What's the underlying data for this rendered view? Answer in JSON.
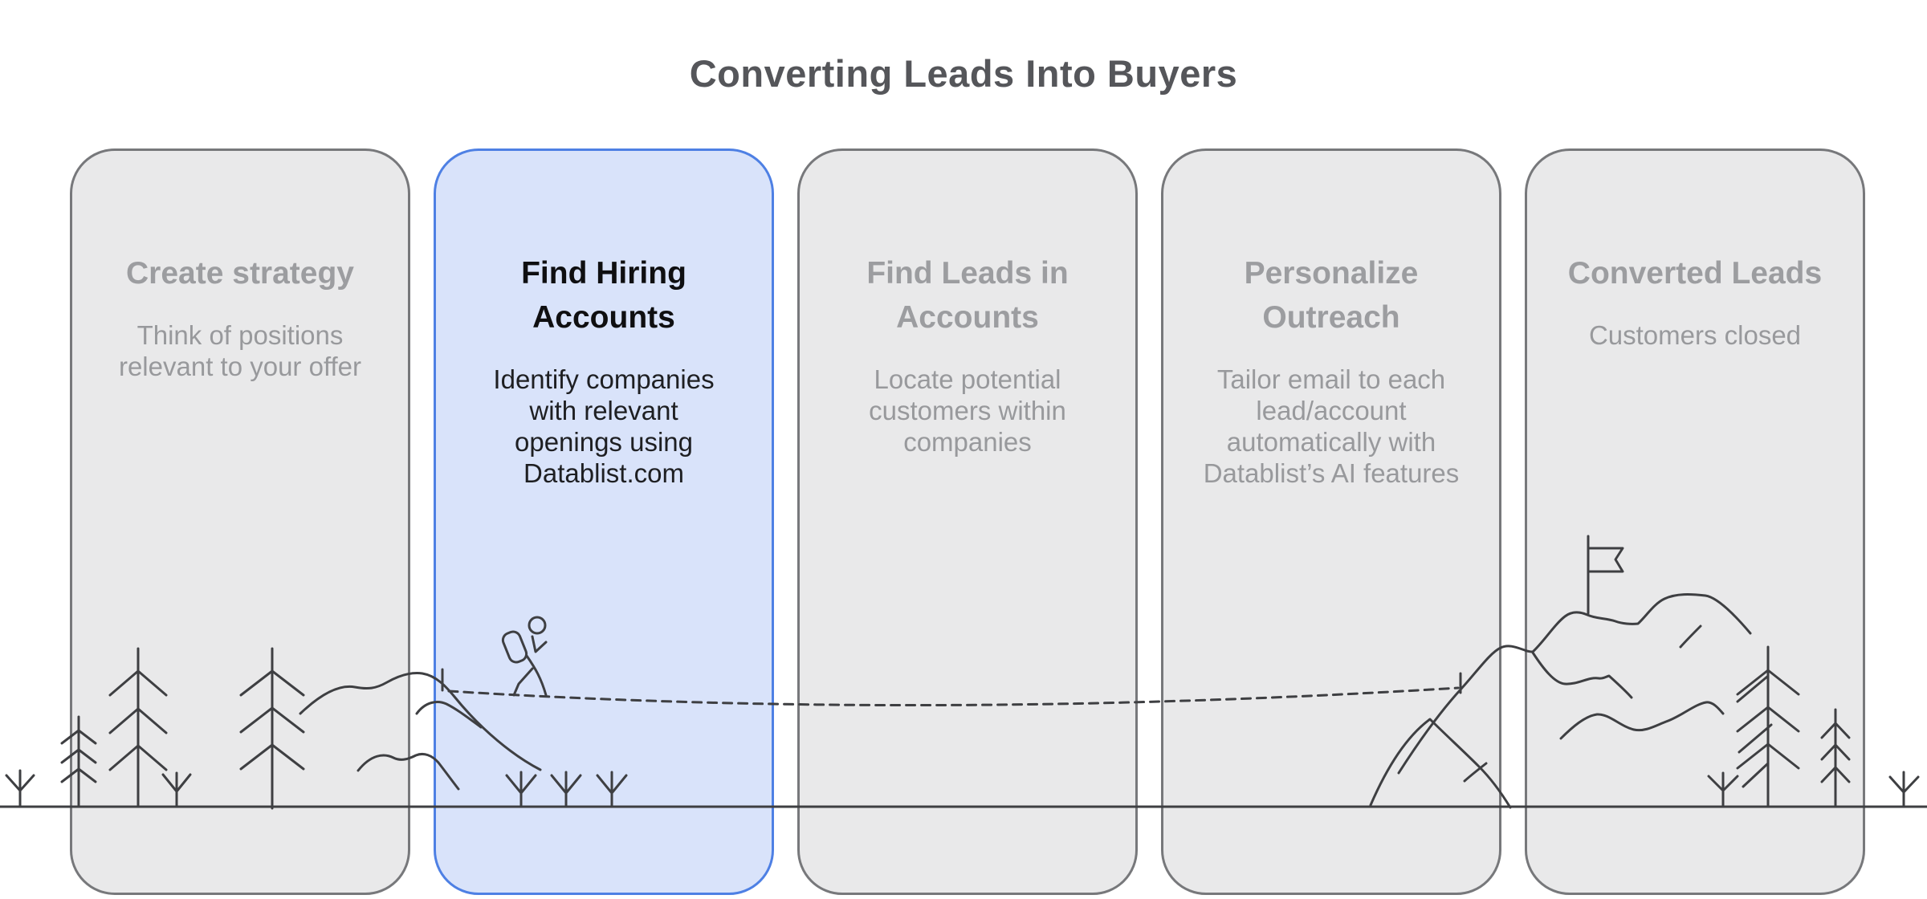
{
  "page": {
    "title": "Converting Leads Into Buyers",
    "background_color": "#ffffff",
    "accent_color": "#4e80e4",
    "active_card_fill": "#d9e3fa",
    "inactive_card_fill": "#e9e9ea"
  },
  "steps": [
    {
      "title": "Create strategy",
      "description": "Think of positions relevant to your offer",
      "active": false
    },
    {
      "title": "Find Hiring Accounts",
      "description": "Identify companies with relevant openings using Datablist.com",
      "active": true
    },
    {
      "title": "Find Leads in Accounts",
      "description": "Locate potential customers within companies",
      "active": false
    },
    {
      "title": "Personalize Outreach",
      "description": "Tailor email to each lead/account automatically with Datablist’s AI features",
      "active": false
    },
    {
      "title": "Converted Leads",
      "description": "Customers closed",
      "active": false
    }
  ],
  "illustration": {
    "stroke_color": "#3e3f42",
    "elements": [
      "pine-tree-icon",
      "sapling-icon",
      "mountain-icon",
      "hiker-icon",
      "dashed-trail-path",
      "summit-flag-icon",
      "ground-line"
    ]
  }
}
